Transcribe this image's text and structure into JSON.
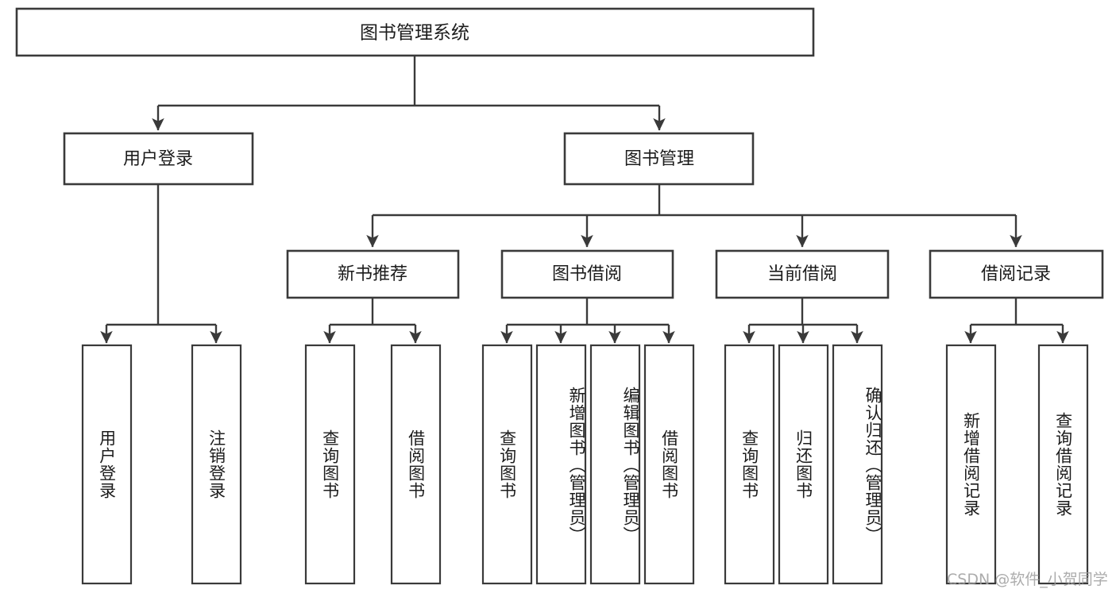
{
  "diagram": {
    "title": "图书管理系统",
    "type": "tree-hierarchy",
    "watermark": "CSDN @软件_小贺同学",
    "colors": {
      "background": "#ffffff",
      "box_stroke": "#3a3a3a",
      "box_fill": "#ffffff",
      "text": "#1c1c1c",
      "watermark": "#9e9e9e"
    },
    "root": {
      "id": "root",
      "label": "图书管理系统",
      "orientation": "horizontal"
    },
    "level2": [
      {
        "id": "user-login",
        "label": "用户登录",
        "orientation": "horizontal"
      },
      {
        "id": "book-management",
        "label": "图书管理",
        "orientation": "horizontal"
      }
    ],
    "level3": [
      {
        "id": "new-book-recommend",
        "label": "新书推荐",
        "orientation": "horizontal",
        "parent": "book-management"
      },
      {
        "id": "book-borrow",
        "label": "图书借阅",
        "orientation": "horizontal",
        "parent": "book-management"
      },
      {
        "id": "current-borrow",
        "label": "当前借阅",
        "orientation": "horizontal",
        "parent": "book-management"
      },
      {
        "id": "borrow-record",
        "label": "借阅记录",
        "orientation": "horizontal",
        "parent": "book-management"
      }
    ],
    "leaves": [
      {
        "id": "leaf-user-login",
        "label": "用户登录",
        "parent": "user-login",
        "orientation": "vertical"
      },
      {
        "id": "leaf-user-logout",
        "label": "注销登录",
        "parent": "user-login",
        "orientation": "vertical"
      },
      {
        "id": "leaf-query-book-1",
        "label": "查询图书",
        "parent": "new-book-recommend",
        "orientation": "vertical"
      },
      {
        "id": "leaf-borrow-book-1",
        "label": "借阅图书",
        "parent": "new-book-recommend",
        "orientation": "vertical"
      },
      {
        "id": "leaf-query-book-2",
        "label": "查询图书",
        "parent": "book-borrow",
        "orientation": "vertical"
      },
      {
        "id": "leaf-add-book",
        "label": "新增图书（管理员）",
        "parent": "book-borrow",
        "orientation": "vertical"
      },
      {
        "id": "leaf-edit-book",
        "label": "编辑图书（管理员）",
        "parent": "book-borrow",
        "orientation": "vertical"
      },
      {
        "id": "leaf-borrow-book-2",
        "label": "借阅图书",
        "parent": "book-borrow",
        "orientation": "vertical"
      },
      {
        "id": "leaf-query-book-3",
        "label": "查询图书",
        "parent": "current-borrow",
        "orientation": "vertical"
      },
      {
        "id": "leaf-return-book",
        "label": "归还图书",
        "parent": "current-borrow",
        "orientation": "vertical"
      },
      {
        "id": "leaf-confirm-return",
        "label": "确认归还（管理员）",
        "parent": "current-borrow",
        "orientation": "vertical"
      },
      {
        "id": "leaf-add-record",
        "label": "新增借阅记录",
        "parent": "borrow-record",
        "orientation": "vertical"
      },
      {
        "id": "leaf-query-record",
        "label": "查询借阅记录",
        "parent": "borrow-record",
        "orientation": "vertical"
      }
    ]
  }
}
